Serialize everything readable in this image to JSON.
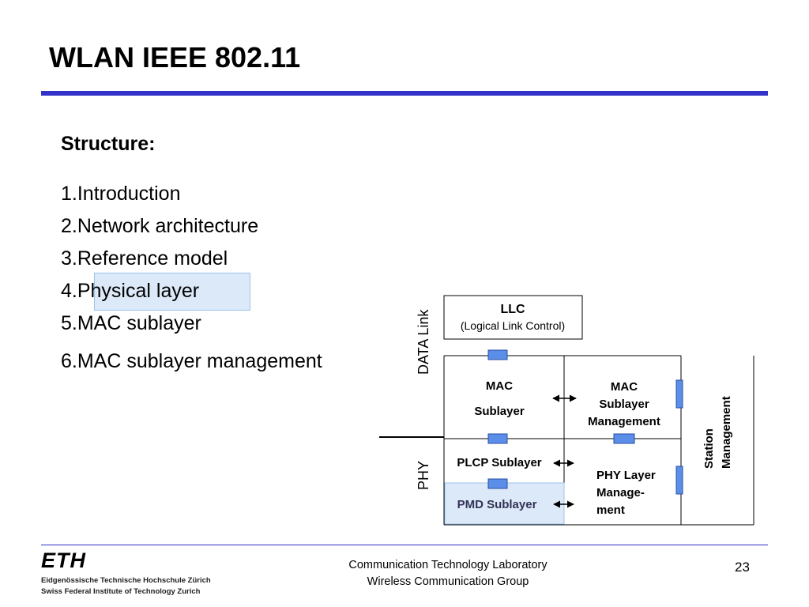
{
  "slide": {
    "title": "WLAN IEEE 802.11",
    "subtitle": "Structure:",
    "items": [
      "1.Introduction",
      "2.Network architecture",
      "3.Reference model",
      "4.Physical layer",
      "5.MAC sublayer",
      "6.MAC sublayer management"
    ],
    "highlighted_item": "4.Physical layer"
  },
  "diagram": {
    "side_labels": {
      "data_link": "DATA Link",
      "phy": "PHY"
    },
    "llc": {
      "title": "LLC",
      "subtitle": "(Logical Link Control)"
    },
    "mac_sublayer": [
      "MAC",
      "Sublayer"
    ],
    "mac_sublayer_management": [
      "MAC",
      "Sublayer",
      "Management"
    ],
    "plcp_sublayer": "PLCP Sublayer",
    "pmd_sublayer": "PMD Sublayer",
    "phy_layer_management": [
      "PHY Layer",
      "Manage-",
      "ment"
    ],
    "station_management": [
      "Station",
      "Management"
    ],
    "colors": {
      "sap": "#5b8ee8",
      "pmd_fill": "#dce9f8",
      "rule": "#3333cc"
    }
  },
  "footer": {
    "logo": "ETH",
    "institution_line1": "Eidgenössische Technische Hochschule Zürich",
    "institution_line2": "Swiss Federal Institute of Technology Zurich",
    "lab_line1": "Communication Technology Laboratory",
    "lab_line2": "Wireless Communication Group",
    "page_number": "23"
  }
}
